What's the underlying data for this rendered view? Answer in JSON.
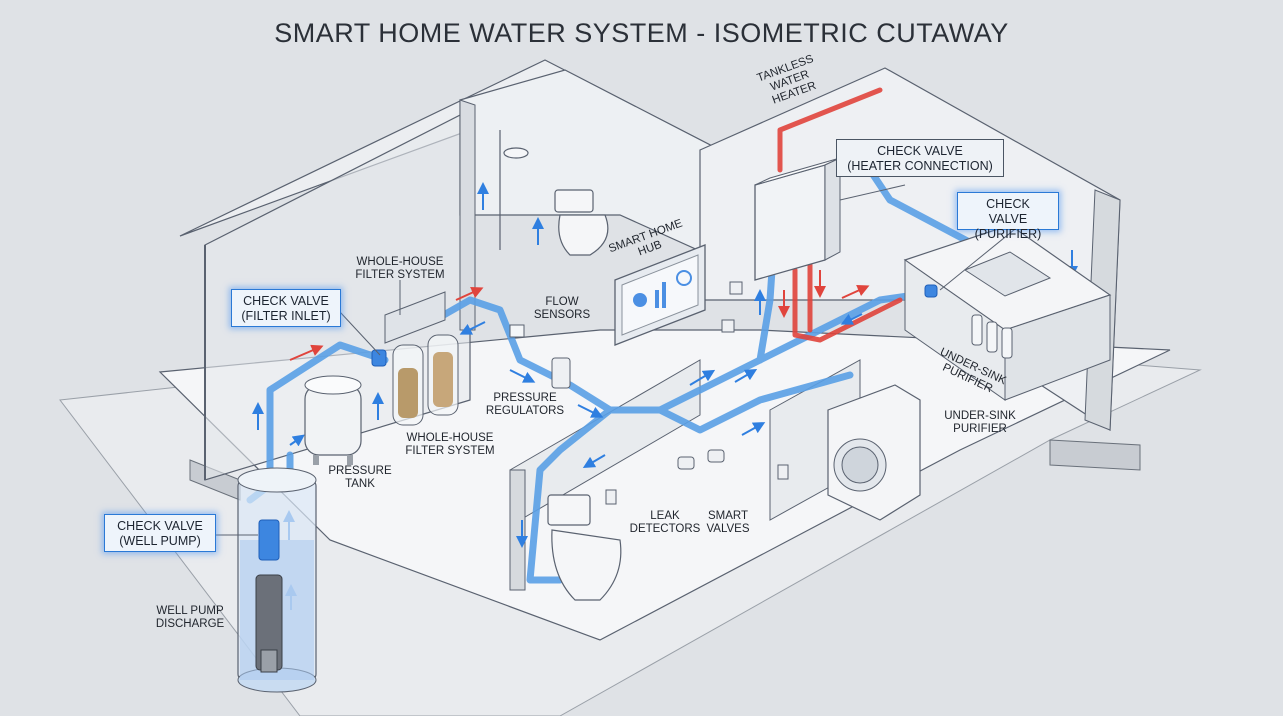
{
  "title": "SMART HOME WATER SYSTEM - ISOMETRIC CUTAWAY",
  "callouts": {
    "check_valve_filter_inlet": "CHECK VALVE\n(FILTER INLET)",
    "check_valve_well_pump": "CHECK VALVE\n(WELL PUMP)",
    "check_valve_heater": "CHECK VALVE\n(HEATER CONNECTION)",
    "check_valve_purifier": "CHECK VALVE\n(PURIFIER)"
  },
  "labels": {
    "whole_house_filter_top": "WHOLE-HOUSE\nFILTER SYSTEM",
    "whole_house_filter_bottom": "WHOLE-HOUSE\nFILTER SYSTEM",
    "flow_sensors": "FLOW\nSENSORS",
    "pressure_regulators": "PRESSURE\nREGULATORS",
    "pressure_tank": "PRESSURE\nTANK",
    "well_pump_discharge": "WELL PUMP\nDISCHARGE",
    "smart_home_hub": "SMART HOME\nHUB",
    "tankless_water_heater": "TANKLESS\nWATER\nHEATER",
    "leak_detectors": "LEAK\nDETECTORS",
    "smart_valves": "SMART\nVALVES",
    "under_sink_purifier_angled": "UNDER-SINK\nPURIFIER",
    "under_sink_purifier": "UNDER-SINK\nPURIFIER"
  },
  "colors": {
    "background": "#dfe2e6",
    "cold_pipe": "#5aa0e6",
    "hot_pipe": "#e0443c",
    "outline": "#5a6270",
    "floor": "#f3f4f6"
  }
}
